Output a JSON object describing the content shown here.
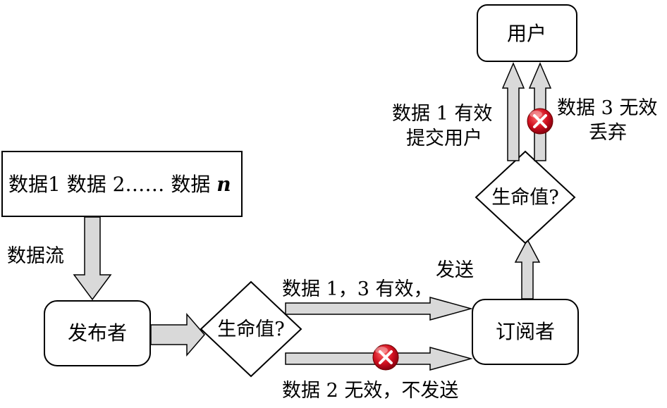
{
  "nodes": {
    "data_stream_box": {
      "label_prefix": "数据1 数据 2…… 数据 ",
      "label_var": "n"
    },
    "publisher": {
      "label": "发布者"
    },
    "subscriber": {
      "label": "订阅者"
    },
    "user": {
      "label": "用户"
    },
    "decision_publisher": {
      "label": "生命值?"
    },
    "decision_subscriber": {
      "label": "生命值?"
    }
  },
  "edges": {
    "data_stream": {
      "label": "数据流"
    },
    "valid_send": {
      "label_line1": "数据 1，3 有效，",
      "label_line2": "发送"
    },
    "invalid_not_send": {
      "label": "数据 2 无效，不发送"
    },
    "valid_submit": {
      "label_line1": "数据 1 有效",
      "label_line2": "提交用户"
    },
    "invalid_discard": {
      "label_line1": "数据 3 无效",
      "label_line2": "丢弃"
    }
  },
  "icons": {
    "reject_icon_1": "x-circle-icon",
    "reject_icon_2": "x-circle-icon"
  },
  "colors": {
    "arrow_fill": "#d9d9d9",
    "stroke": "#000000",
    "reject_red": "#c8102e"
  }
}
